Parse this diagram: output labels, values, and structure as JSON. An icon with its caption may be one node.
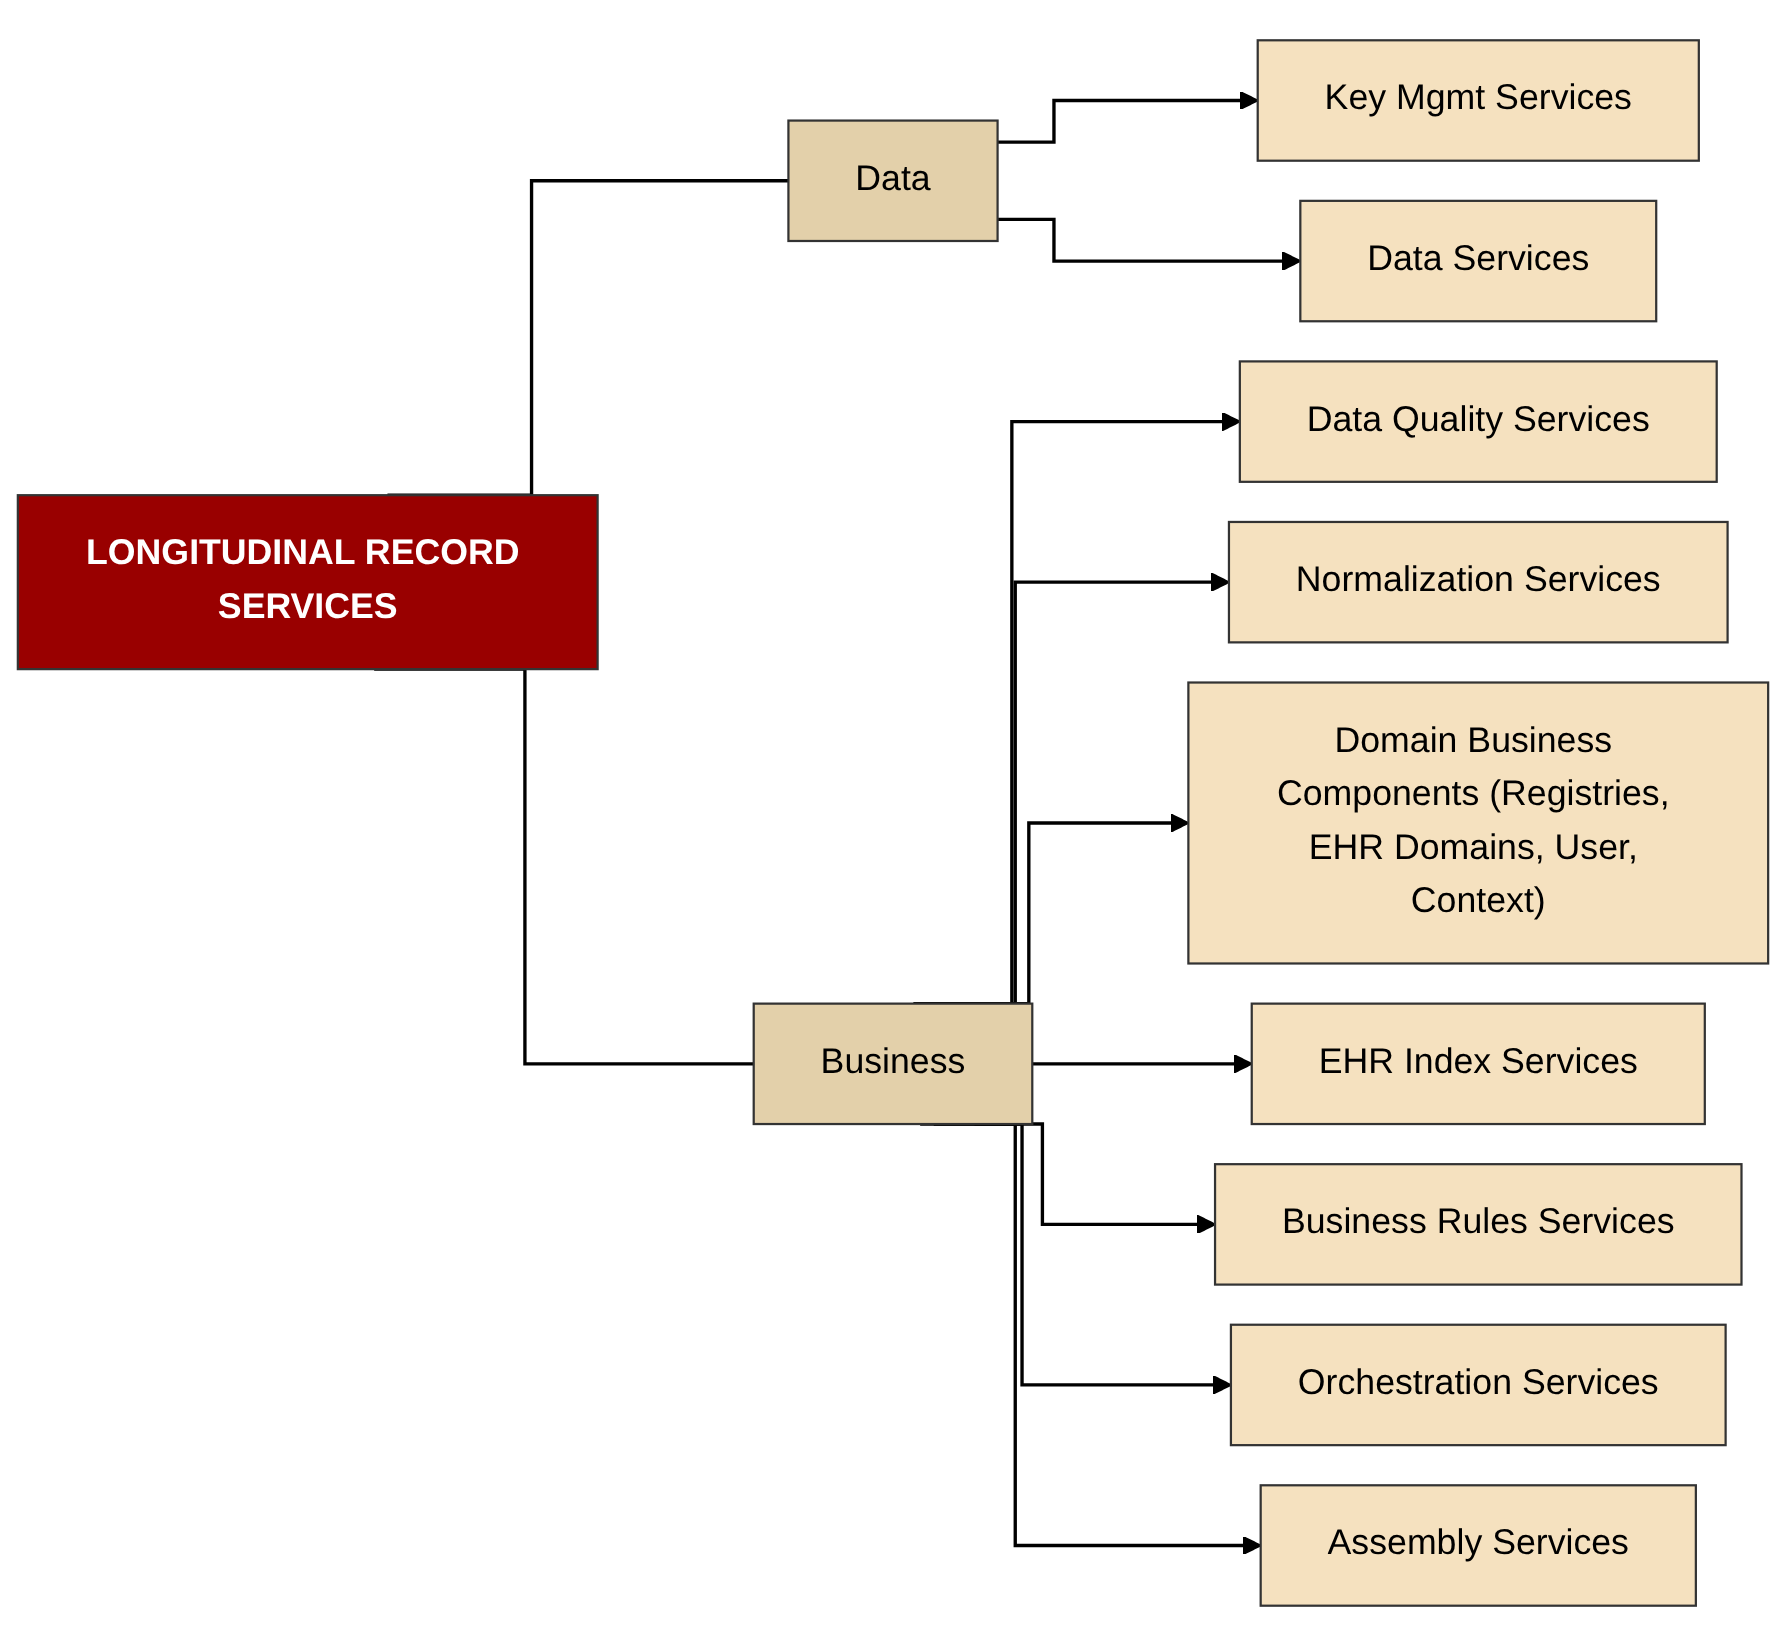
{
  "diagram": {
    "nodes": [
      {
        "text": [
          "LONGITUDINAL RECORD SERVICES"
        ]
      },
      {
        "text": [
          "Data"
        ]
      },
      {
        "text": [
          "Business"
        ]
      },
      {
        "text": [
          "Key Mgmt Services"
        ]
      },
      {
        "text": [
          "Data Services"
        ]
      },
      {
        "text": [
          "Data Quality Services"
        ]
      },
      {
        "text": [
          "Normalization Services"
        ]
      },
      {
        "text": [
          "Domain Business Components (Registries, EHR Domains, User, Context)"
        ]
      },
      {
        "text": [
          "EHR Index Services"
        ]
      },
      {
        "text": [
          "Business Rules Services"
        ]
      },
      {
        "text": [
          "Orchestration Services"
        ]
      },
      {
        "text": [
          "Assembly Services"
        ]
      }
    ],
    "edges": [
      {
        "from": 0,
        "to": 1,
        "arrow": "none"
      },
      {
        "from": 0,
        "to": 2,
        "arrow": "none"
      },
      {
        "from": 1,
        "to": 3,
        "arrow": "to"
      },
      {
        "from": 1,
        "to": 4,
        "arrow": "to"
      },
      {
        "from": 2,
        "to": 5,
        "arrow": "to"
      },
      {
        "from": 2,
        "to": 6,
        "arrow": "to"
      },
      {
        "from": 2,
        "to": 7,
        "arrow": "to"
      },
      {
        "from": 2,
        "to": 8,
        "arrow": "to"
      },
      {
        "from": 2,
        "to": 9,
        "arrow": "to"
      },
      {
        "from": 2,
        "to": 10,
        "arrow": "to"
      },
      {
        "from": 2,
        "to": 11,
        "arrow": "to"
      }
    ]
  }
}
